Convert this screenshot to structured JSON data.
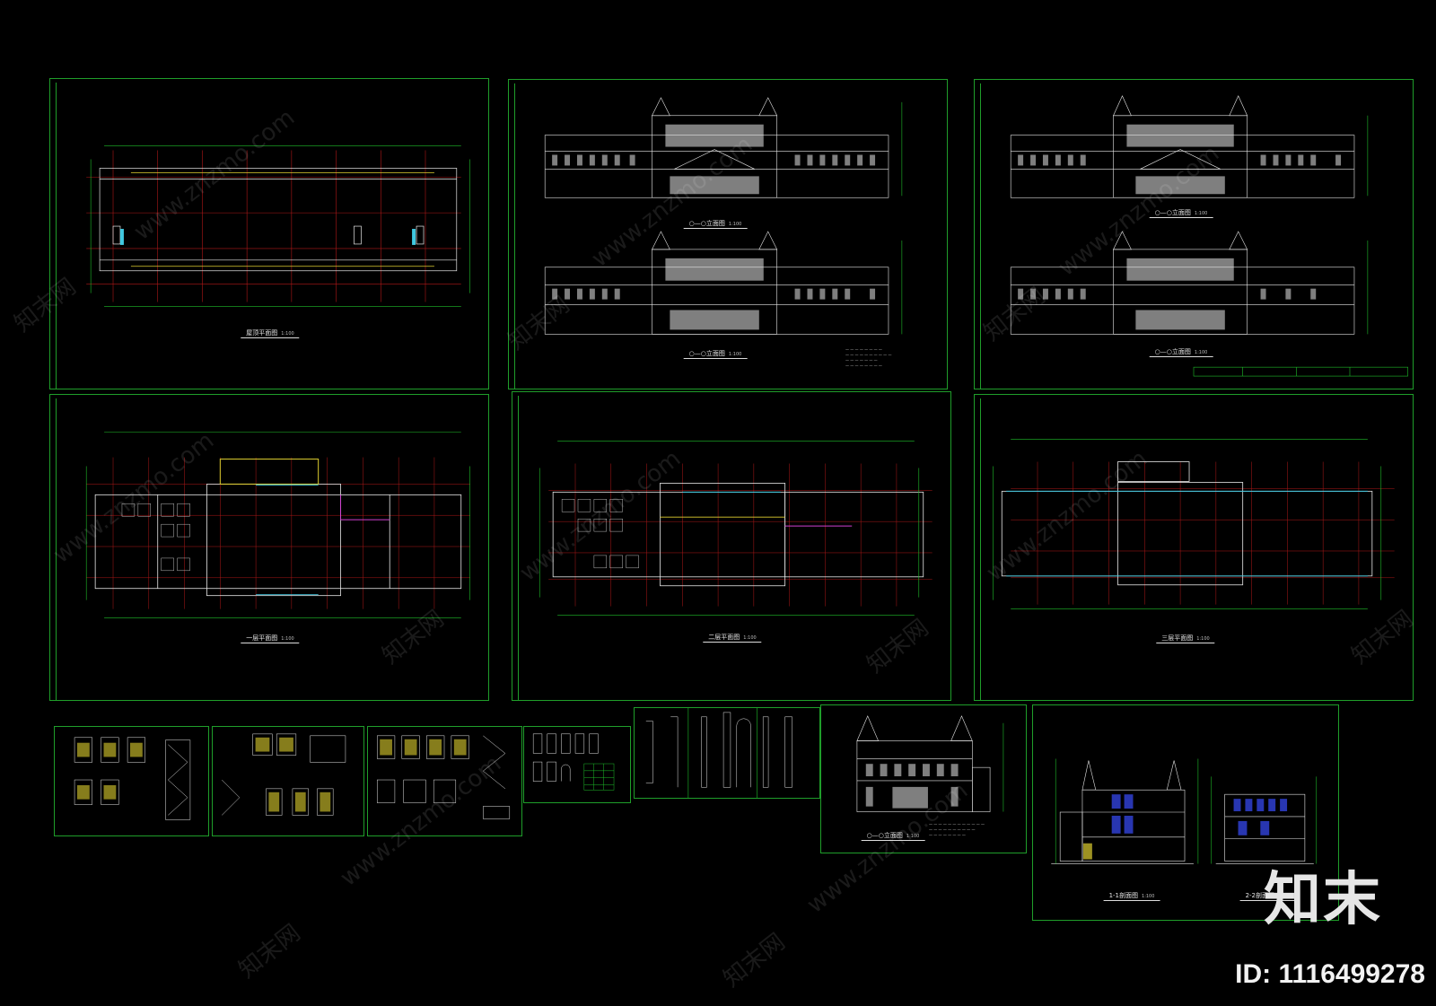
{
  "drawing_labels": {
    "roof_plan": "屋顶平面图",
    "elev_1": "○—○立面图",
    "elev_2": "○—○立面图",
    "elev_3": "○—○立面图",
    "elev_4": "○—○立面图",
    "floor_1": "一层平面图",
    "floor_2": "二层平面图",
    "floor_3": "三层平面图",
    "side_elev": "○—○立面图",
    "section_1": "1-1剖面图",
    "section_2": "2-2剖面图",
    "scale": "1:100"
  },
  "watermark": {
    "site": "www.znzmo.com",
    "brand_cn": "知末网",
    "logo": "知末",
    "id": "ID: 1116499278"
  },
  "colors": {
    "background": "#000000",
    "frame": "#1f9e2a",
    "grid": "#b01818",
    "wall": "#f0f0f0",
    "accent_magenta": "#d040d0",
    "accent_cyan": "#40c8e0",
    "accent_yellow": "#e0d030",
    "glass_blue": "#3040d0"
  }
}
